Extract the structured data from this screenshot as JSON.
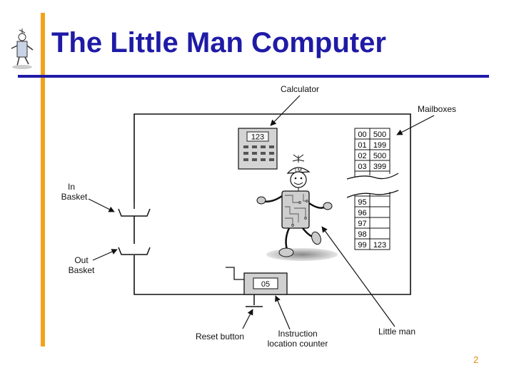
{
  "slide": {
    "title": "The Little Man Computer",
    "page_number": "2"
  },
  "colors": {
    "title": "#1f1ba6",
    "accent_bar": "#f4a21c",
    "page_number": "#e38b1a"
  },
  "labels": {
    "calculator": "Calculator",
    "mailboxes": "Mailboxes",
    "in_basket": [
      "In",
      "Basket"
    ],
    "out_basket": [
      "Out",
      "Basket"
    ],
    "reset_button": "Reset button",
    "instruction_counter": [
      "Instruction",
      "location counter"
    ],
    "little_man": "Little man"
  },
  "calculator_display": "123",
  "counter_display": "05",
  "mailboxes_top": [
    {
      "address": "00",
      "value": "500"
    },
    {
      "address": "01",
      "value": "199"
    },
    {
      "address": "02",
      "value": "500"
    },
    {
      "address": "03",
      "value": "399"
    }
  ],
  "mailboxes_bottom": [
    {
      "address": "95",
      "value": ""
    },
    {
      "address": "96",
      "value": ""
    },
    {
      "address": "97",
      "value": ""
    },
    {
      "address": "98",
      "value": ""
    },
    {
      "address": "99",
      "value": "123"
    }
  ],
  "little_man_cap": "LM"
}
